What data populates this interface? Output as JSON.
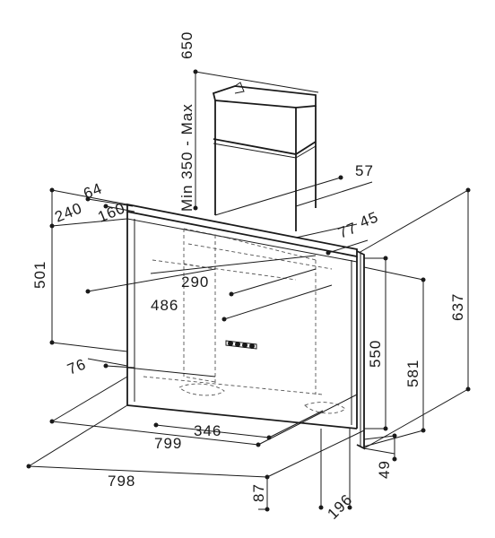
{
  "dimensions": {
    "chimney_max": "650",
    "chimney_range": "Min   350  -  Max",
    "d240": "240",
    "d64": "64",
    "d160": "160",
    "d501": "501",
    "d57": "57",
    "d77": "77",
    "d45": "45",
    "d290": "290",
    "d486": "486",
    "d637": "637",
    "d550": "550",
    "d581": "581",
    "d76": "76",
    "d346": "346",
    "d799": "799",
    "d798": "798",
    "d87": "87",
    "d196": "196",
    "d49": "49"
  }
}
